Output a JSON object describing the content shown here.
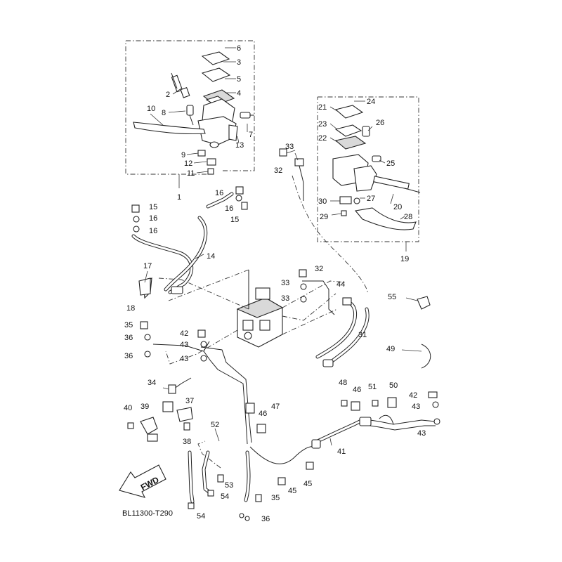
{
  "diagram_code": "BL11300-T290",
  "fwd_label": "FWD",
  "callouts": [
    {
      "id": "c6",
      "text": "6"
    },
    {
      "id": "c3",
      "text": "3"
    },
    {
      "id": "c5",
      "text": "5"
    },
    {
      "id": "c4",
      "text": "4"
    },
    {
      "id": "c2",
      "text": "2"
    },
    {
      "id": "c10",
      "text": "10"
    },
    {
      "id": "c8",
      "text": "8"
    },
    {
      "id": "c7",
      "text": "7"
    },
    {
      "id": "c13",
      "text": "13"
    },
    {
      "id": "c9",
      "text": "9"
    },
    {
      "id": "c12",
      "text": "12"
    },
    {
      "id": "c11",
      "text": "11"
    },
    {
      "id": "c1",
      "text": "1"
    },
    {
      "id": "c24",
      "text": "24"
    },
    {
      "id": "c21",
      "text": "21"
    },
    {
      "id": "c23",
      "text": "23"
    },
    {
      "id": "c26",
      "text": "26"
    },
    {
      "id": "c22",
      "text": "22"
    },
    {
      "id": "c25",
      "text": "25"
    },
    {
      "id": "c27",
      "text": "27"
    },
    {
      "id": "c30",
      "text": "30"
    },
    {
      "id": "c20",
      "text": "20"
    },
    {
      "id": "c29",
      "text": "29"
    },
    {
      "id": "c28",
      "text": "28"
    },
    {
      "id": "c19",
      "text": "19"
    },
    {
      "id": "c33a",
      "text": "33"
    },
    {
      "id": "c32a",
      "text": "32"
    },
    {
      "id": "c16a",
      "text": "16"
    },
    {
      "id": "c16b",
      "text": "16"
    },
    {
      "id": "c15a",
      "text": "15"
    },
    {
      "id": "c15b",
      "text": "15"
    },
    {
      "id": "c16c",
      "text": "16"
    },
    {
      "id": "c16d",
      "text": "16"
    },
    {
      "id": "c14",
      "text": "14"
    },
    {
      "id": "c17",
      "text": "17"
    },
    {
      "id": "c18",
      "text": "18"
    },
    {
      "id": "c32b",
      "text": "32"
    },
    {
      "id": "c33b",
      "text": "33"
    },
    {
      "id": "c33c",
      "text": "33"
    },
    {
      "id": "c44",
      "text": "44"
    },
    {
      "id": "c55",
      "text": "55"
    },
    {
      "id": "c31",
      "text": "31"
    },
    {
      "id": "c49",
      "text": "49"
    },
    {
      "id": "c35a",
      "text": "35"
    },
    {
      "id": "c36a",
      "text": "36"
    },
    {
      "id": "c36b",
      "text": "36"
    },
    {
      "id": "c42a",
      "text": "42"
    },
    {
      "id": "c43a",
      "text": "43"
    },
    {
      "id": "c43b",
      "text": "43"
    },
    {
      "id": "c34",
      "text": "34"
    },
    {
      "id": "c40",
      "text": "40"
    },
    {
      "id": "c39",
      "text": "39"
    },
    {
      "id": "c37",
      "text": "37"
    },
    {
      "id": "c38",
      "text": "38"
    },
    {
      "id": "c52",
      "text": "52"
    },
    {
      "id": "c48",
      "text": "48"
    },
    {
      "id": "c46a",
      "text": "46"
    },
    {
      "id": "c51",
      "text": "51"
    },
    {
      "id": "c50",
      "text": "50"
    },
    {
      "id": "c42b",
      "text": "42"
    },
    {
      "id": "c43c",
      "text": "43"
    },
    {
      "id": "c43d",
      "text": "43"
    },
    {
      "id": "c46b",
      "text": "46"
    },
    {
      "id": "c47",
      "text": "47"
    },
    {
      "id": "c41",
      "text": "41"
    },
    {
      "id": "c45a",
      "text": "45"
    },
    {
      "id": "c45b",
      "text": "45"
    },
    {
      "id": "c53",
      "text": "53"
    },
    {
      "id": "c54a",
      "text": "54"
    },
    {
      "id": "c54b",
      "text": "54"
    },
    {
      "id": "c35b",
      "text": "35"
    },
    {
      "id": "c36c",
      "text": "36"
    }
  ]
}
